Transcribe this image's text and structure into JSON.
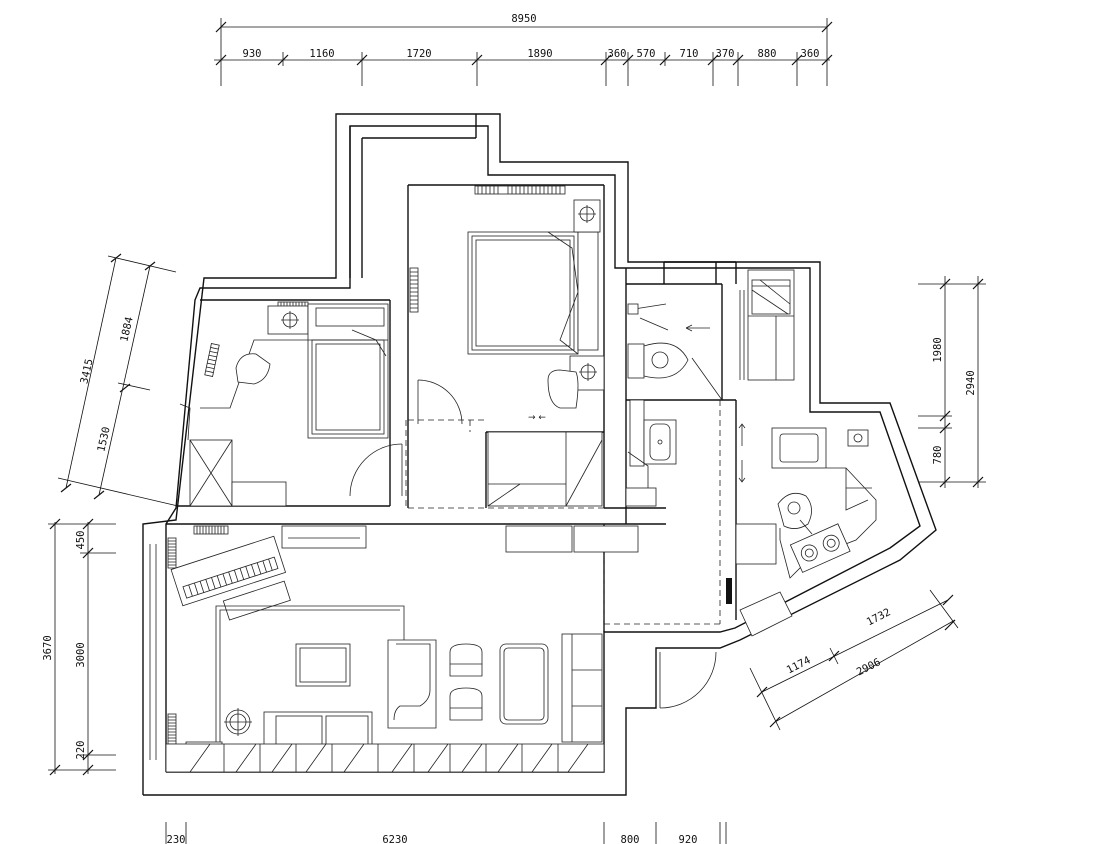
{
  "dimensions": {
    "top_total": "8950",
    "top_segments": [
      "930",
      "1160",
      "1720",
      "1890",
      "360",
      "570",
      "710",
      "370",
      "880",
      "360"
    ],
    "left_angled": [
      "3415",
      "1884",
      "1530"
    ],
    "left_vertical": [
      "3670",
      "450",
      "3000",
      "220"
    ],
    "right_vertical": [
      "1980",
      "2940",
      "780"
    ],
    "bottom_right_angled": [
      "1732",
      "1174",
      "2906"
    ],
    "bottom_segments": [
      "230",
      "6230",
      "800",
      "920"
    ]
  }
}
